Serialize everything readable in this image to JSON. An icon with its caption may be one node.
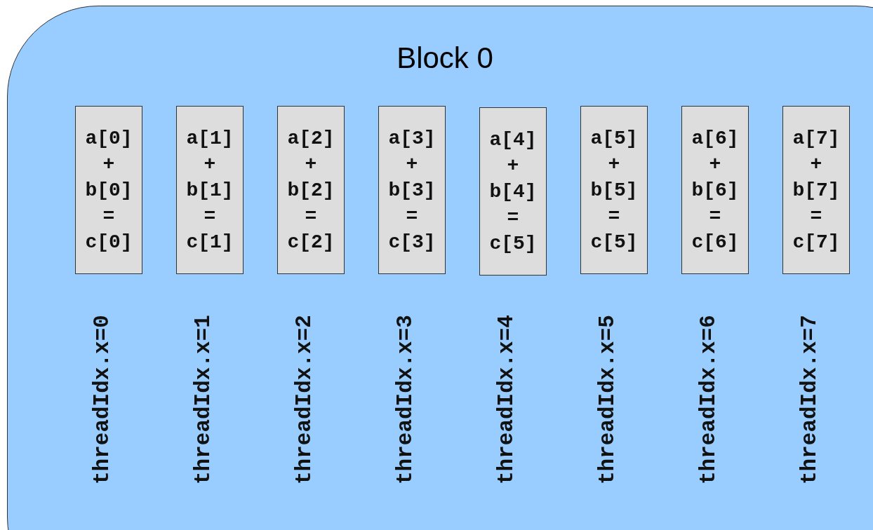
{
  "diagram": {
    "nodes": [
      {
        "text": [
          "Block 0"
        ]
      },
      {
        "text": [
          "a[0] + b[0] = c[0]"
        ],
        "in": 0,
        "beside": [
          "threadIdx.x=0"
        ]
      },
      {
        "text": [
          "a[1] + b[1] = c[1]"
        ],
        "in": 0,
        "beside": [
          "threadIdx.x=1"
        ]
      },
      {
        "text": [
          "a[2] + b[2] = c[2]"
        ],
        "in": 0,
        "beside": [
          "threadIdx.x=2"
        ]
      },
      {
        "text": [
          "a[3] + b[3] = c[3]"
        ],
        "in": 0,
        "beside": [
          "threadIdx.x=3"
        ]
      },
      {
        "text": [
          "a[4] + b[4] = c[5]"
        ],
        "in": 0,
        "beside": [
          "threadIdx.x=4"
        ]
      },
      {
        "text": [
          "a[5] + b[5] = c[5]"
        ],
        "in": 0,
        "beside": [
          "threadIdx.x=5"
        ]
      },
      {
        "text": [
          "a[6] + b[6] = c[6]"
        ],
        "in": 0,
        "beside": [
          "threadIdx.x=6"
        ]
      },
      {
        "text": [
          "a[7] + b[7] = c[7]"
        ],
        "in": 0,
        "beside": [
          "threadIdx.x=7"
        ]
      }
    ],
    "edges": []
  }
}
